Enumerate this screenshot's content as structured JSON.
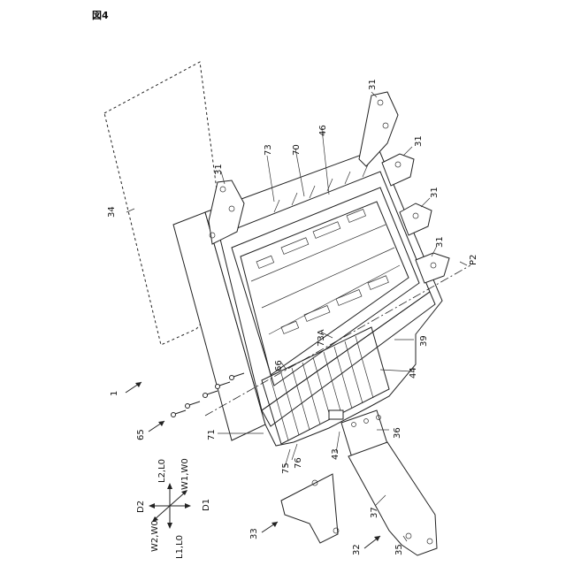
{
  "figure": {
    "title": "図4",
    "labels": {
      "l1": "1",
      "l31a": "31",
      "l31b": "31",
      "l31c": "31",
      "l31d": "31",
      "l31e": "31",
      "l32": "32",
      "l33": "33",
      "l34": "34",
      "l35": "35",
      "l36": "36",
      "l37": "37",
      "l39": "39",
      "l43": "43",
      "l44": "44",
      "l46": "46",
      "l65": "65",
      "l66": "66",
      "l70": "70",
      "l71": "71",
      "l73": "73",
      "l73a": "73A",
      "l75": "75",
      "l76": "76",
      "lp2": "P2"
    },
    "directions": {
      "up": "L2,L0",
      "up_right": "W1,W0",
      "left": "D2",
      "right": "D1",
      "down_left": "W2,W0",
      "down": "L1,L0"
    }
  }
}
